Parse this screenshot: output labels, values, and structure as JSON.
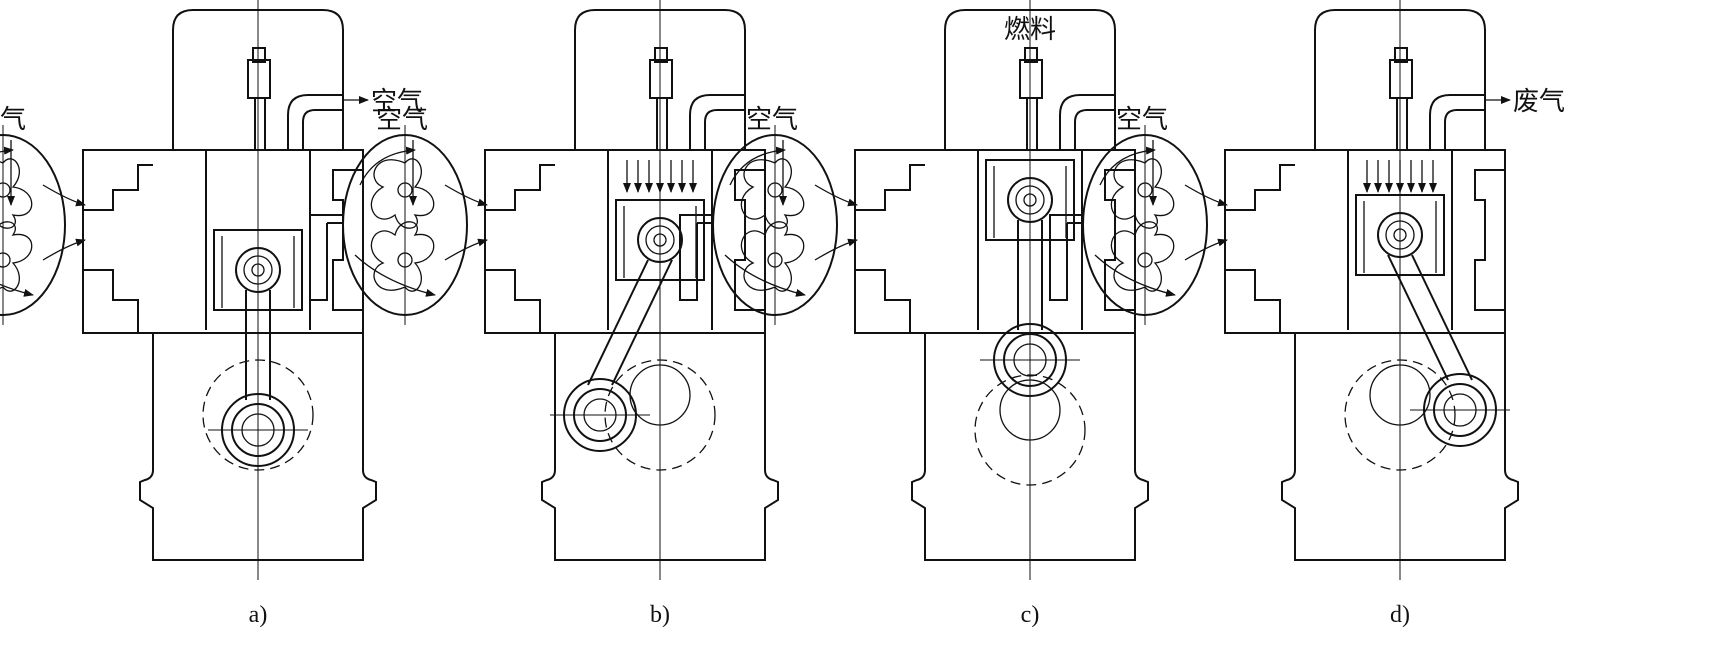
{
  "figure": {
    "panels": [
      {
        "id": "a",
        "caption": "a)",
        "labels": {
          "left": "空气",
          "right": "空气"
        }
      },
      {
        "id": "b",
        "caption": "b)",
        "labels": {
          "left": "空气"
        }
      },
      {
        "id": "c",
        "caption": "c)",
        "labels": {
          "left": "空气",
          "top": "燃料"
        }
      },
      {
        "id": "d",
        "caption": "d)",
        "labels": {
          "left": "空气",
          "right": "废气"
        }
      }
    ],
    "colors": {
      "ink": "#111111",
      "paper": "#ffffff"
    },
    "piston_stage": [
      "bottom",
      "rising",
      "top",
      "descending"
    ]
  }
}
